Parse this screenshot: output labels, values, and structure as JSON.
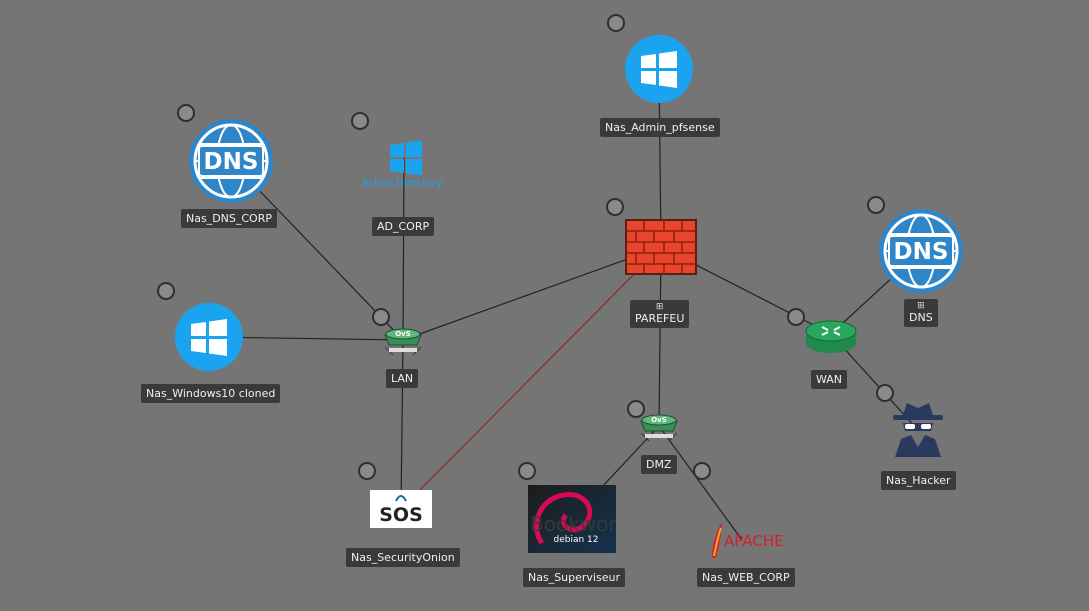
{
  "colors": {
    "canvas": "#757575",
    "label_bg": "#3a3a3a",
    "label_text": "#f0f0f0",
    "link": "#222222",
    "link_highlight": "#8a2a22",
    "windows_blue": "#1aa3ef",
    "dns_blue": "#2e86c9",
    "firewall_red": "#e8452c",
    "switch_green": "#3c8e58",
    "router_green": "#2aa75e",
    "hacker_navy": "#2a3a5e",
    "apache_red": "#d22128",
    "debian_bg": "#1a1a1a"
  },
  "nodes": {
    "admin_pfsense": {
      "label": "Nas_Admin_pfsense",
      "icon": "windows-icon"
    },
    "dns_corp": {
      "label": "Nas_DNS_CORP",
      "icon": "dns-globe-icon",
      "icon_text": "DNS"
    },
    "ad_corp": {
      "label": "AD_CORP",
      "icon": "active-directory-icon",
      "icon_text": "Active Directory"
    },
    "windows10": {
      "label": "Nas_Windows10 cloned",
      "icon": "windows-icon"
    },
    "lan": {
      "label": "LAN",
      "icon": "ovs-switch-icon",
      "icon_text": "OvS"
    },
    "parefeu": {
      "label": "PAREFEU",
      "icon": "firewall-icon",
      "symbol": "⊞"
    },
    "dns": {
      "label": "DNS",
      "icon": "dns-globe-icon",
      "icon_text": "DNS",
      "symbol": "⊞"
    },
    "wan": {
      "label": "WAN",
      "icon": "router-icon"
    },
    "dmz": {
      "label": "DMZ",
      "icon": "ovs-switch-icon",
      "icon_text": "OvS"
    },
    "hacker": {
      "label": "Nas_Hacker",
      "icon": "spy-icon"
    },
    "security_onion": {
      "label": "Nas_SecurityOnion",
      "icon": "security-onion-logo",
      "icon_text": "SOS"
    },
    "superviseur": {
      "label": "Nas_Superviseur",
      "icon": "debian-bookworm-logo",
      "icon_text": "debian 12",
      "icon_subtext": "Bookworm"
    },
    "web_corp": {
      "label": "Nas_WEB_CORP",
      "icon": "apache-logo",
      "icon_text": "APACHE"
    }
  },
  "links": [
    {
      "from": "dns_corp",
      "to": "lan"
    },
    {
      "from": "ad_corp",
      "to": "lan"
    },
    {
      "from": "windows10",
      "to": "lan"
    },
    {
      "from": "lan",
      "to": "parefeu"
    },
    {
      "from": "lan",
      "to": "security_onion"
    },
    {
      "from": "admin_pfsense",
      "to": "parefeu"
    },
    {
      "from": "parefeu",
      "to": "wan"
    },
    {
      "from": "parefeu",
      "to": "dmz"
    },
    {
      "from": "parefeu",
      "to": "security_onion",
      "highlight": true
    },
    {
      "from": "wan",
      "to": "dns"
    },
    {
      "from": "wan",
      "to": "hacker"
    },
    {
      "from": "dmz",
      "to": "superviseur"
    },
    {
      "from": "dmz",
      "to": "web_corp"
    }
  ]
}
